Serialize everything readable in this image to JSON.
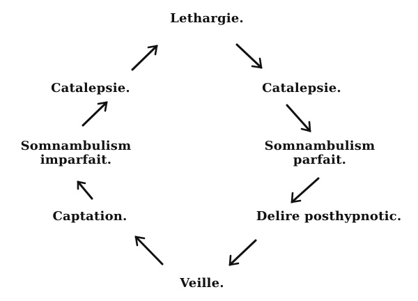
{
  "diagram": {
    "nodes": {
      "lethargie": "Lethargie.",
      "catalepsie_right": "Catalepsie.",
      "somnambulism_right_line1": "Somnambulism",
      "somnambulism_right_line2": "parfait.",
      "delire": "Delire posthypnotic.",
      "veille": "Veille.",
      "captation": "Captation.",
      "somnambulism_left_line1": "Somnambulism",
      "somnambulism_left_line2": "imparfait.",
      "catalepsie_left": "Catalepsie."
    },
    "arrow_sequence": [
      "lethargie->catalepsie_right",
      "catalepsie_right->somnambulism_right",
      "somnambulism_right->delire",
      "delire->veille",
      "veille->captation",
      "captation->somnambulism_left",
      "somnambulism_left->catalepsie_left",
      "catalepsie_left->lethargie"
    ],
    "colors": {
      "ink": "#111111",
      "background": "#ffffff"
    }
  }
}
